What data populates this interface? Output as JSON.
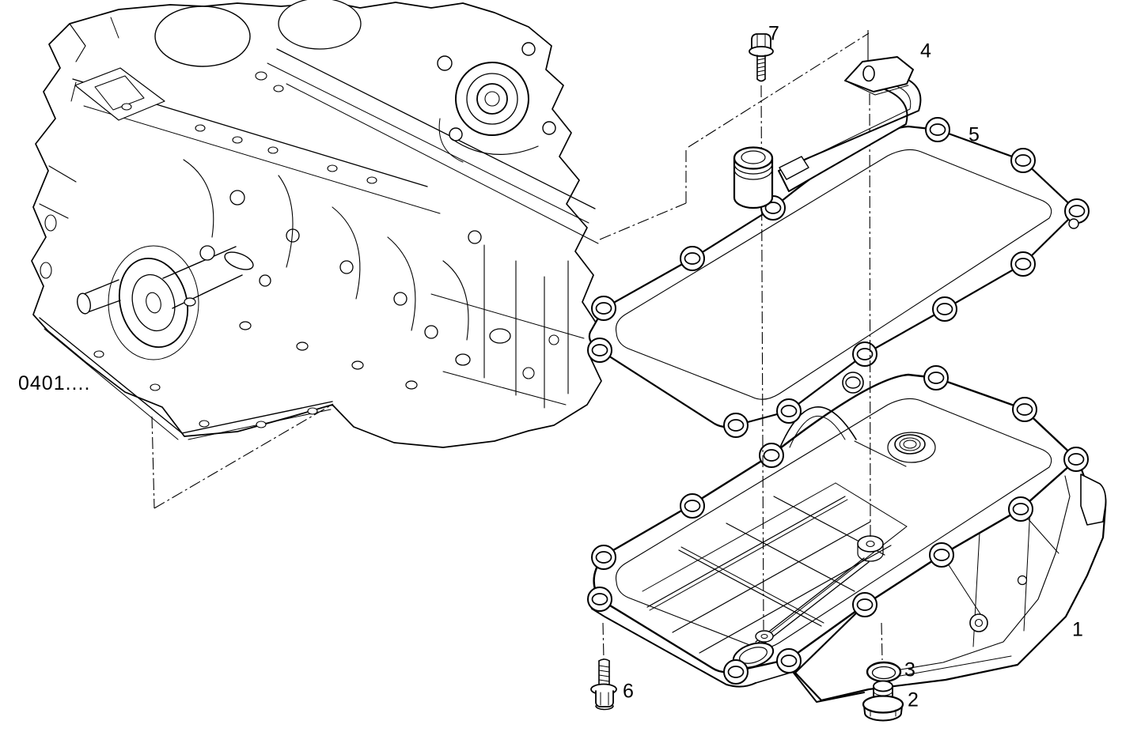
{
  "canvas": {
    "background": "#ffffff",
    "line_color": "#000000"
  },
  "diagram": {
    "type": "exploded-parts-view",
    "reference_label": "0401....",
    "callouts": [
      {
        "number": "1"
      },
      {
        "number": "2"
      },
      {
        "number": "3"
      },
      {
        "number": "4"
      },
      {
        "number": "5"
      },
      {
        "number": "6"
      },
      {
        "number": "7"
      }
    ]
  }
}
